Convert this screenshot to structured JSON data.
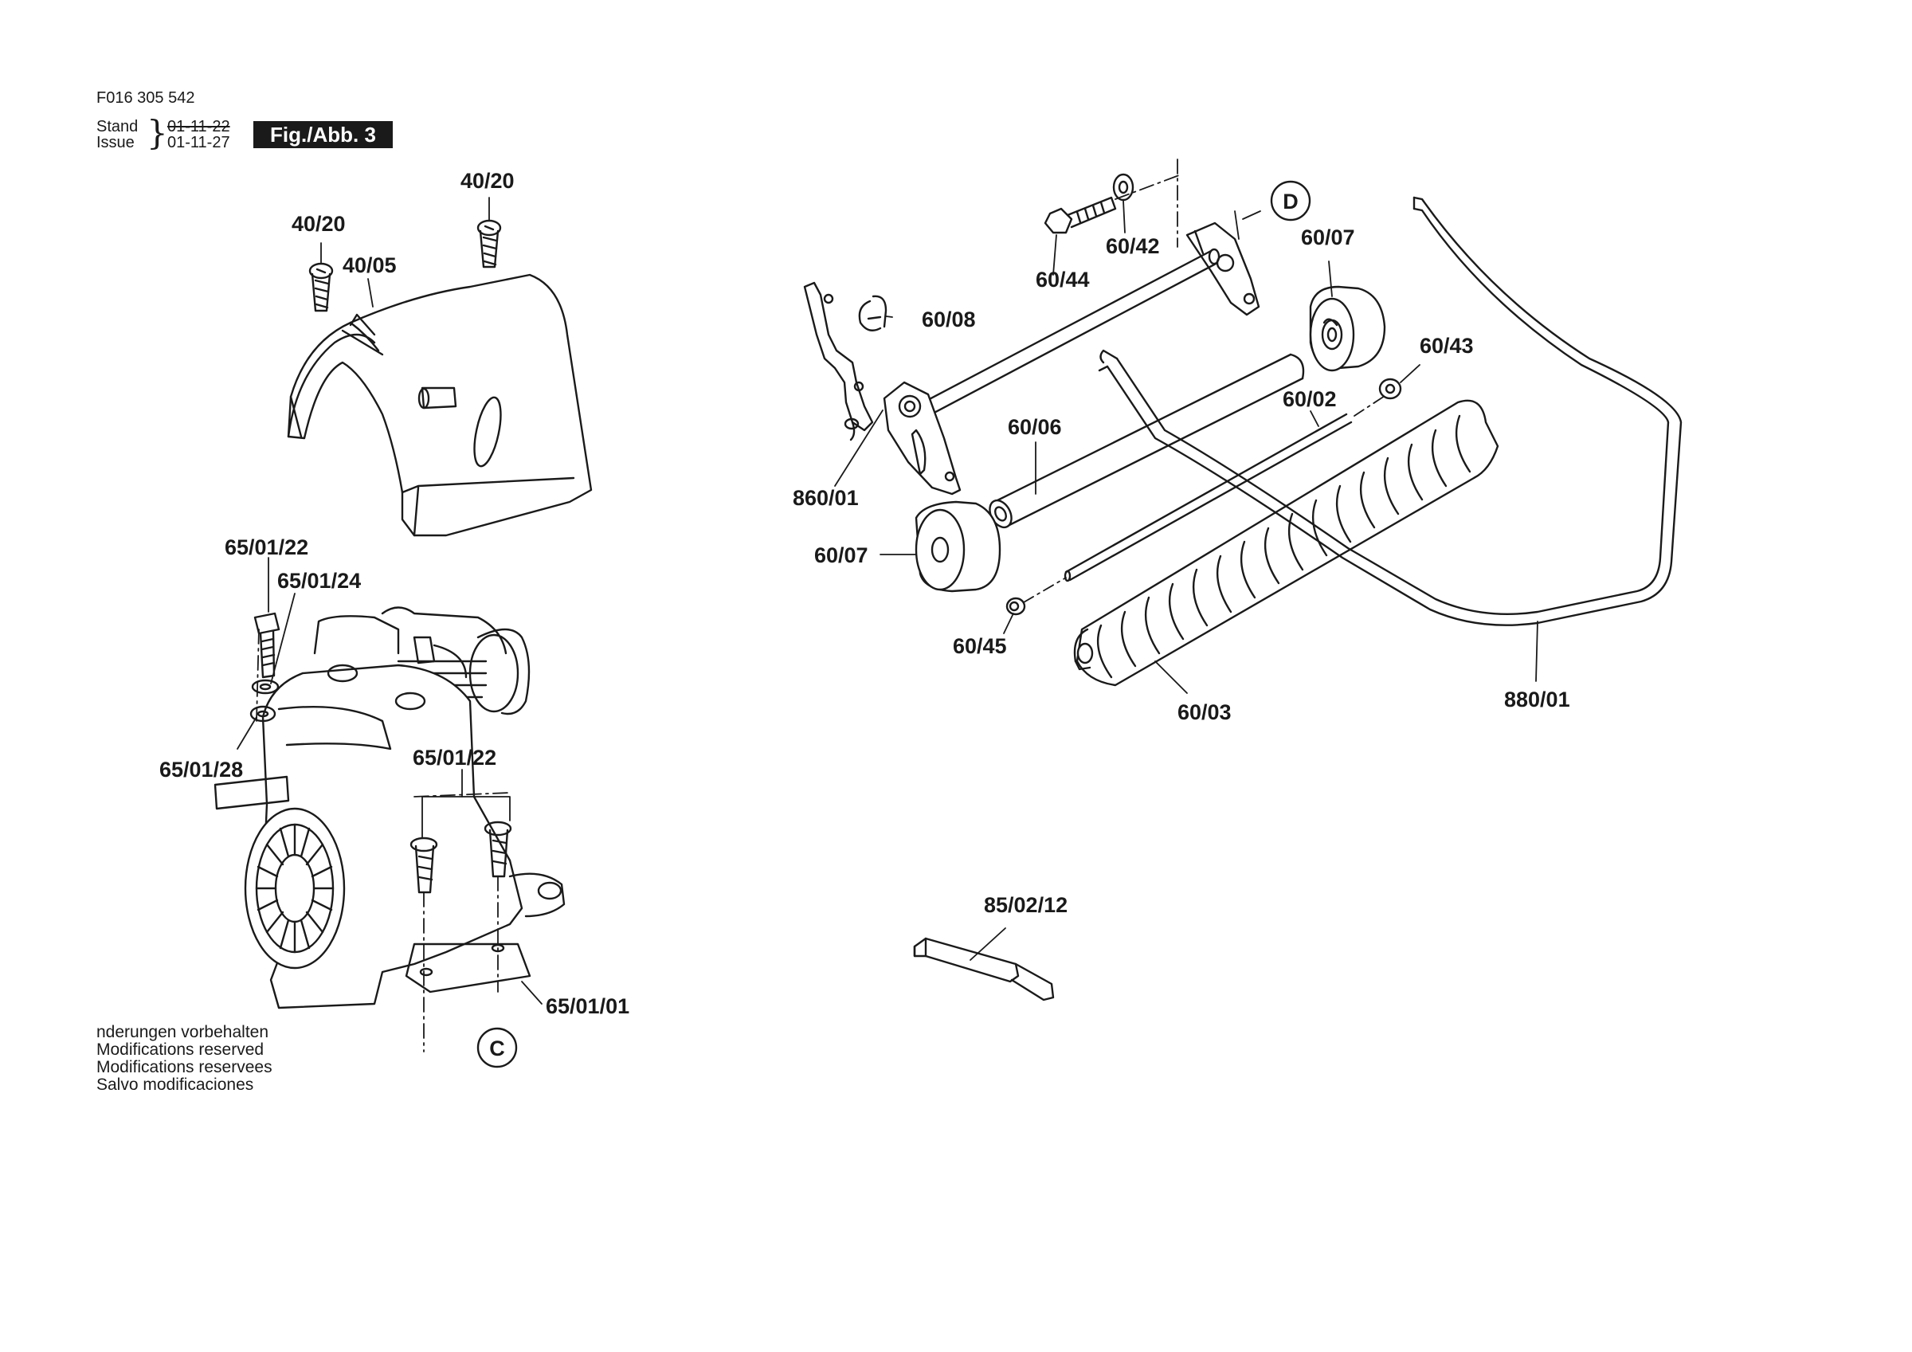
{
  "header": {
    "part_number": "F016 305 542",
    "stand_label": "Stand",
    "issue_label": "Issue",
    "stand_date": "01-11-22",
    "issue_date": "01-11-27",
    "figure_badge": "Fig./Abb. 3"
  },
  "notice": {
    "line1": "nderungen vorbehalten",
    "line2": "Modifications reserved",
    "line3": "Modifications reservees",
    "line4": "Salvo modificaciones"
  },
  "callouts": {
    "c_40_20_a": "40/20",
    "c_40_20_b": "40/20",
    "c_40_05": "40/05",
    "c_65_01_22_a": "65/01/22",
    "c_65_01_24": "65/01/24",
    "c_65_01_28": "65/01/28",
    "c_65_01_22_b": "65/01/22",
    "c_65_01_01": "65/01/01",
    "c_60_44": "60/44",
    "c_60_42": "60/42",
    "c_60_08": "60/08",
    "c_60_07_a": "60/07",
    "c_60_43": "60/43",
    "c_60_02": "60/02",
    "c_60_06": "60/06",
    "c_860_01": "860/01",
    "c_60_07_b": "60/07",
    "c_60_45": "60/45",
    "c_60_03": "60/03",
    "c_880_01": "880/01",
    "c_85_02_12": "85/02/12"
  },
  "markers": {
    "marker_c": "C",
    "marker_d": "D"
  }
}
